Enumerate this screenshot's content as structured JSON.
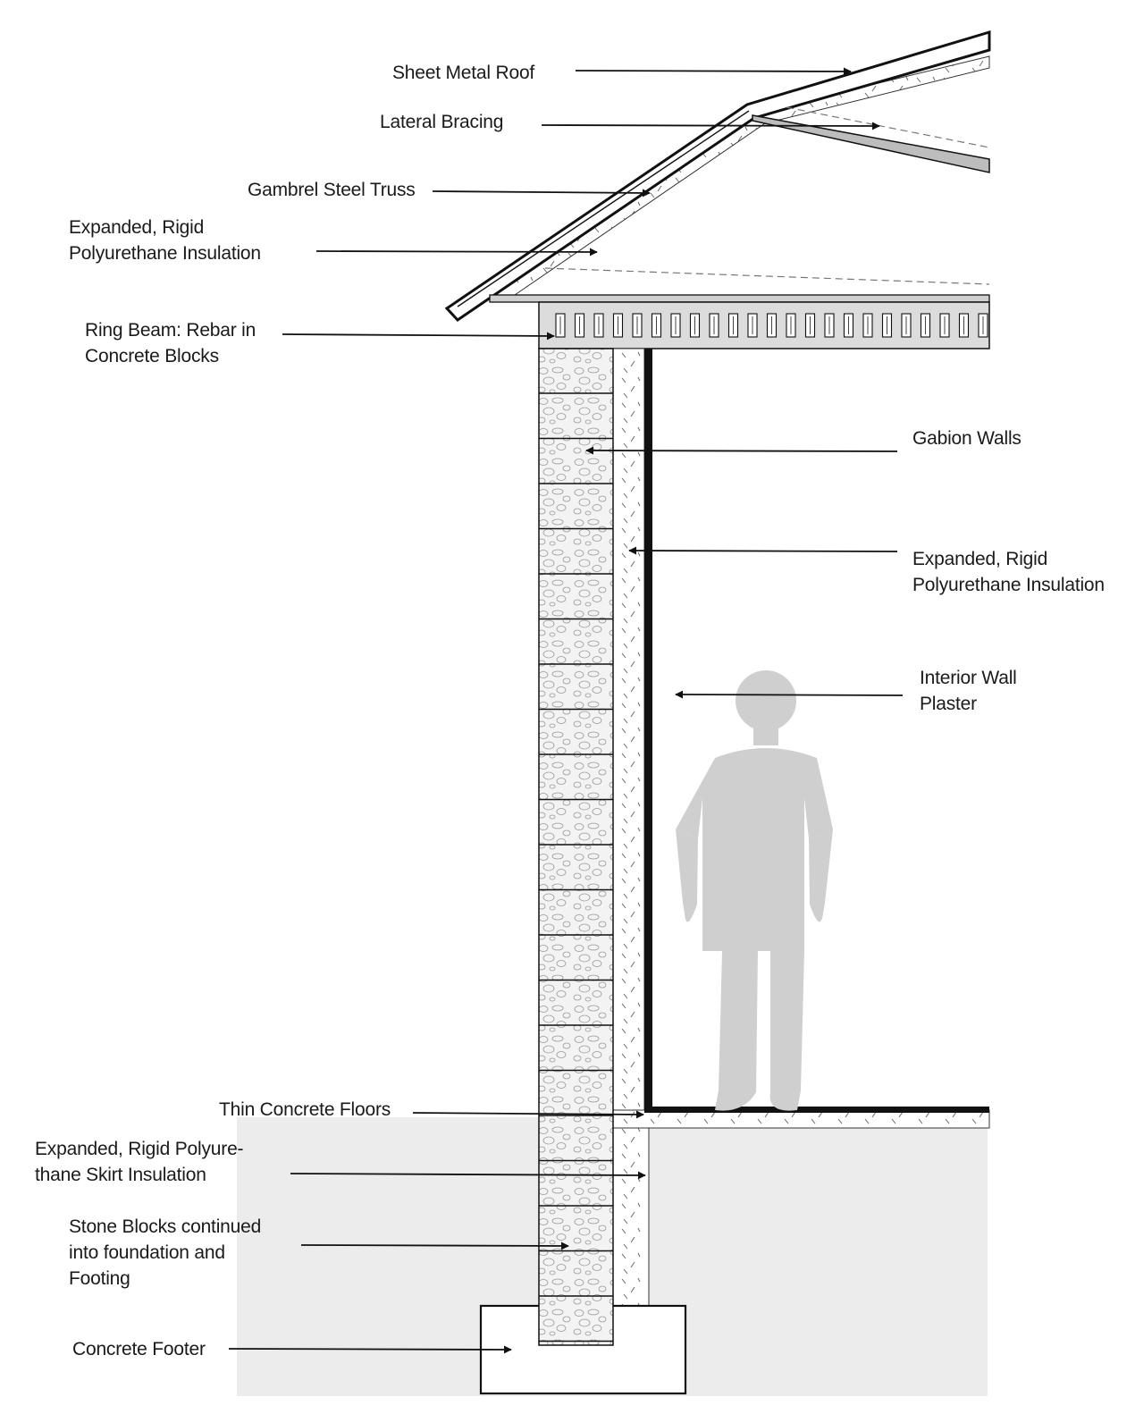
{
  "labels": {
    "sheet_metal_roof": [
      "Sheet Metal Roof"
    ],
    "lateral_bracing": [
      "Lateral Bracing"
    ],
    "gambrel_steel_truss": [
      "Gambrel Steel Truss"
    ],
    "roof_insulation": [
      "Expanded, Rigid",
      "Polyurethane Insulation"
    ],
    "ring_beam": [
      "Ring Beam: Rebar in",
      "Concrete Blocks"
    ],
    "gabion_walls": [
      "Gabion Walls"
    ],
    "wall_insulation": [
      "Expanded, Rigid",
      "Polyurethane Insulation"
    ],
    "interior_plaster": [
      "Interior Wall",
      "Plaster"
    ],
    "thin_concrete_floors": [
      "Thin Concrete Floors"
    ],
    "skirt_insulation": [
      "Expanded, Rigid Polyure-",
      "thane Skirt Insulation"
    ],
    "stone_blocks": [
      "Stone Blocks continued",
      "into foundation and",
      "Footing"
    ],
    "concrete_footer": [
      "Concrete Footer"
    ]
  },
  "colors": {
    "ground": "#ececec",
    "stone_fill": "#f2f2f2",
    "beam_fill": "#dcdcdc",
    "human_silhouette": "#cfcfcf",
    "line": "#111111"
  },
  "icons": {
    "human": "standing-person-silhouette"
  }
}
